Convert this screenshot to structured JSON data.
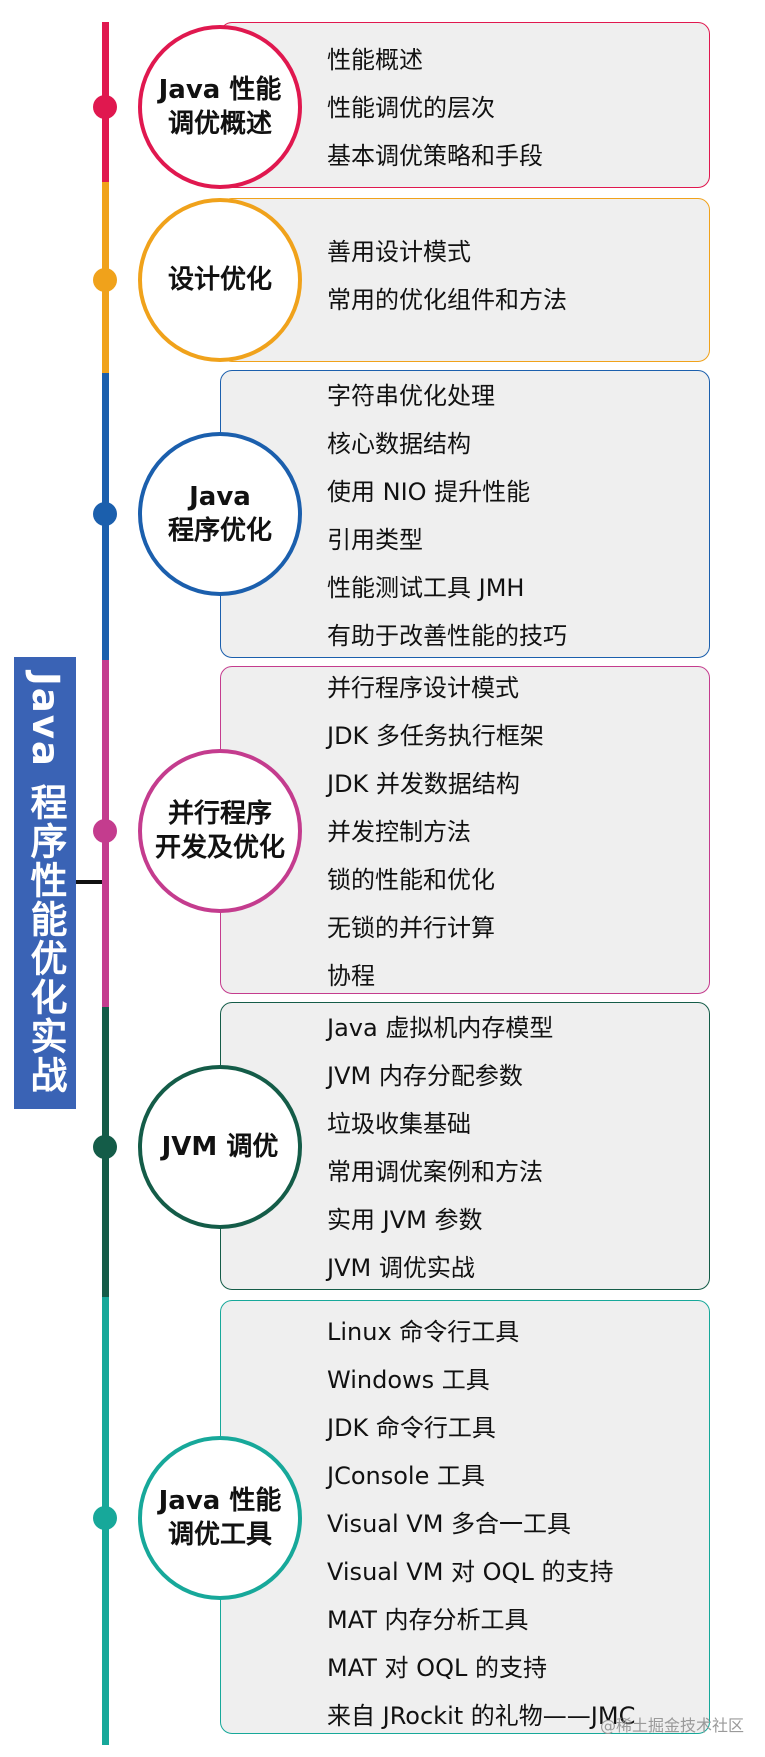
{
  "title": "Java 程序性能优化实战",
  "sections": [
    {
      "label": "Java 性能\n调优概述",
      "color": "#e0184f",
      "items": [
        "性能概述",
        "性能调优的层次",
        "基本调优策略和手段"
      ]
    },
    {
      "label": "设计优化",
      "color": "#f0a21b",
      "items": [
        "善用设计模式",
        "常用的优化组件和方法"
      ]
    },
    {
      "label": "Java\n程序优化",
      "color": "#1b5fad",
      "items": [
        "字符串优化处理",
        "核心数据结构",
        "使用 NIO 提升性能",
        "引用类型",
        "性能测试工具 JMH",
        "有助于改善性能的技巧"
      ]
    },
    {
      "label": "并行程序\n开发及优化",
      "color": "#c43c8e",
      "items": [
        "并行程序设计模式",
        "JDK 多任务执行框架",
        "JDK 并发数据结构",
        "并发控制方法",
        "锁的性能和优化",
        "无锁的并行计算",
        "协程"
      ]
    },
    {
      "label": "JVM 调优",
      "color": "#145c48",
      "items": [
        "Java 虚拟机内存模型",
        "JVM 内存分配参数",
        "垃圾收集基础",
        "常用调优案例和方法",
        "实用 JVM 参数",
        "JVM 调优实战"
      ]
    },
    {
      "label": "Java 性能\n调优工具",
      "color": "#17a89a",
      "items": [
        "Linux 命令行工具",
        "Windows 工具",
        "JDK 命令行工具",
        "JConsole 工具",
        "Visual VM 多合一工具",
        "Visual VM 对 OQL 的支持",
        "MAT 内存分析工具",
        "MAT 对 OQL 的支持",
        "来自 JRockit 的礼物——JMC"
      ]
    }
  ],
  "watermark": "@稀土掘金技术社区"
}
